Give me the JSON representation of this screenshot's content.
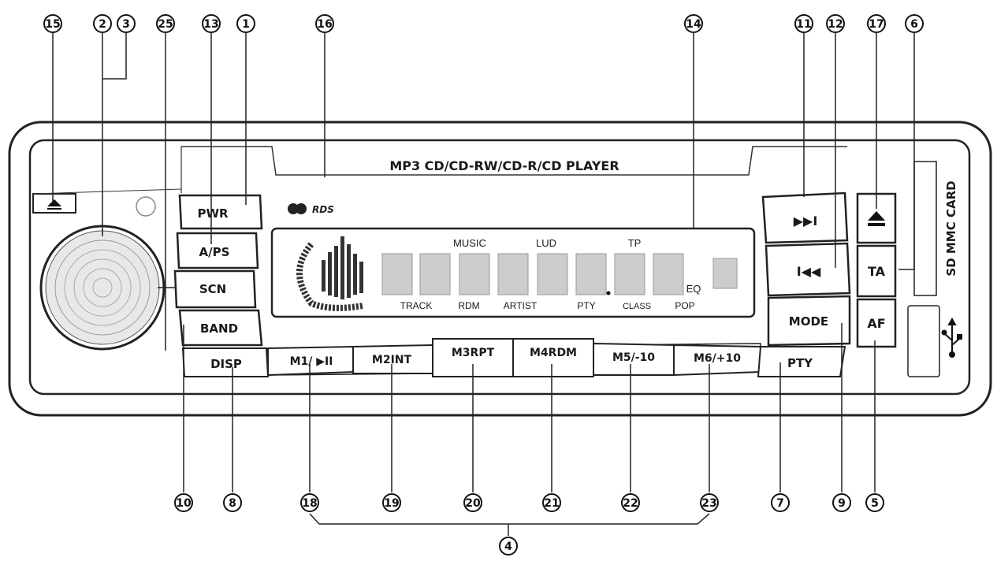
{
  "title": "MP3 CD/CD-RW/CD-R/CD PLAYER",
  "rds_logo": "RDS",
  "card_slot_label": "SD MMC CARD",
  "buttons": {
    "pwr": "PWR",
    "aps": "A/PS",
    "scn": "SCN",
    "band": "BAND",
    "disp": "DISP",
    "pty": "PTY",
    "mode": "MODE",
    "next": "▶▶I",
    "prev": "I◀◀",
    "eject": "⏏",
    "ta": "TA",
    "af": "AF",
    "m1": "M1/ ▶II",
    "m2": "M2INT",
    "m3": "M3RPT",
    "m4": "M4RDM",
    "m5": "M5/-10",
    "m6": "M6/+10"
  },
  "lcd": {
    "top": [
      "MUSIC",
      "LUD",
      "TP"
    ],
    "bottom": [
      "TRACK",
      "RDM",
      "ARTIST",
      "PTY",
      "CLASS",
      "POP"
    ],
    "eq": "EQ"
  },
  "callouts": [
    "1",
    "2",
    "3",
    "4",
    "5",
    "6",
    "7",
    "8",
    "9",
    "10",
    "11",
    "12",
    "13",
    "14",
    "15",
    "16",
    "17",
    "18",
    "19",
    "20",
    "21",
    "22",
    "23",
    "25"
  ],
  "icons": {
    "usb": "usb-icon",
    "eject_small": "eject-icon",
    "knob": "volume-knob"
  }
}
